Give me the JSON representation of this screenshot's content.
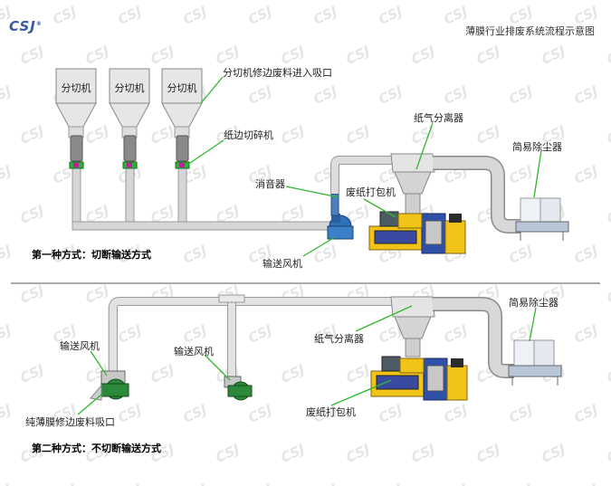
{
  "logo": "CSJ",
  "watermark": "CSJ",
  "title": "薄膜行业排废系统流程示意图",
  "section1": {
    "method": "第一种方式：切断输送方式",
    "cutter_label": "分切机",
    "labels": {
      "trim_inlet": "分切机修边废料进入吸口",
      "edge_shredder": "纸边切碎机",
      "muffler": "消音器",
      "baler": "废纸打包机",
      "separator": "纸气分离器",
      "dust_collector": "简易除尘器",
      "fan": "输送风机"
    }
  },
  "section2": {
    "method": "第二种方式：不切断输送方式",
    "labels": {
      "fan_left": "输送风机",
      "fan_mid": "输送风机",
      "film_inlet": "纯薄膜修边废料吸口",
      "separator": "纸气分离器",
      "baler": "废纸打包机",
      "dust_collector": "简易除尘器"
    }
  },
  "colors": {
    "pipe": "#d2d2d2",
    "pipe_edge": "#9a9a9a",
    "leader": "#2fb82f",
    "baler_yellow": "#f2c418",
    "baler_blue": "#2f50a8",
    "fan_green": "#2b8a3a",
    "motor_blue": "#2e6fb8",
    "logo": "#3a5aa0"
  }
}
